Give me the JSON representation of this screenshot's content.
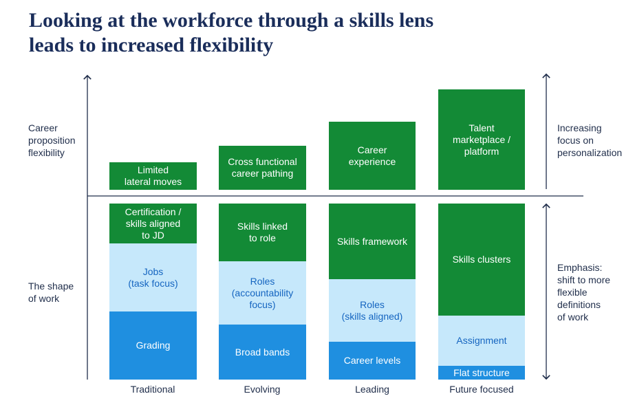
{
  "title": {
    "line1": "Looking at the workforce through a skills lens",
    "line2": "leads to increased flexibility"
  },
  "left_labels": {
    "top": "Career\nproposition\nflexibility",
    "bottom": "The shape\nof work"
  },
  "right_labels": {
    "top": "Increasing\nfocus on\npersonalization",
    "bottom": "Emphasis:\nshift to more\nflexible\ndefinitions\nof work"
  },
  "columns": [
    {
      "label": "Traditional",
      "top": "Limited\nlateral moves",
      "bottom": [
        "Certification /\nskills aligned\nto JD",
        "Jobs\n(task focus)",
        "Grading"
      ]
    },
    {
      "label": "Evolving",
      "top": "Cross functional\ncareer pathing",
      "bottom": [
        "Skills linked\nto role",
        "Roles\n(accountability\nfocus)",
        "Broad bands"
      ]
    },
    {
      "label": "Leading",
      "top": "Career\nexperience",
      "bottom": [
        "Skills framework",
        "Roles\n(skills aligned)",
        "Career levels"
      ]
    },
    {
      "label": "Future focused",
      "top": "Talent\nmarketplace /\nplatform",
      "bottom": [
        "Skills clusters",
        "Assignment",
        "Flat structure"
      ]
    }
  ],
  "colors": {
    "title": "#1a2d5a",
    "green": "#138a36",
    "light_blue": "#c6e8fb",
    "blue": "#1f8fe0",
    "axis": "#1f2d4a"
  }
}
